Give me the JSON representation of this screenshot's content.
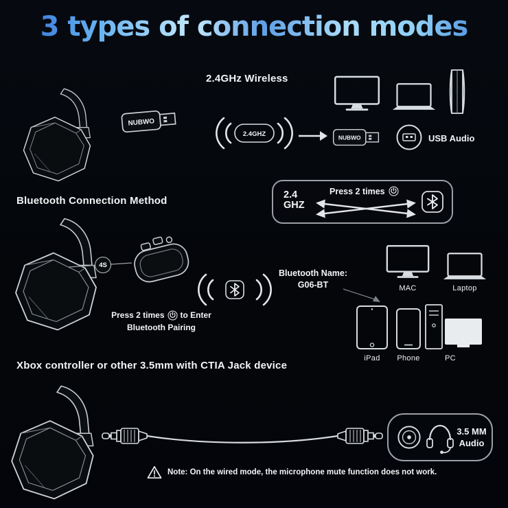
{
  "title": "3 types of connection modes",
  "section1": {
    "heading": "2.4GHz Wireless",
    "dongle_label": "NUBWO",
    "signal_label": "2.4GHZ",
    "usb_audio_label": "USB Audio"
  },
  "section2": {
    "heading": "Bluetooth Connection Method",
    "freq_line1": "2.4",
    "freq_line2": "GHZ",
    "press_label": "Press 2 times",
    "callout_label": "4S",
    "pairing_prefix": "Press 2 times",
    "pairing_suffix": "to Enter",
    "pairing_line2": "Bluetooth Pairing",
    "bt_name_label": "Bluetooth Name:",
    "bt_name_value": "G06-BT",
    "devices": {
      "mac": "MAC",
      "laptop": "Laptop",
      "ipad": "iPad",
      "phone": "Phone",
      "pc": "PC"
    }
  },
  "section3": {
    "heading": "Xbox controller or other 3.5mm with CTIA Jack device",
    "audio_line1": "3.5 MM",
    "audio_line2": "Audio"
  },
  "note": "Note: On the wired mode, the microphone mute function does not work.",
  "colors": {
    "background": "#04060a",
    "line_art": "#d8dde2",
    "title_blue": "#3c7ed8",
    "title_cyan": "#c3e8fc"
  }
}
